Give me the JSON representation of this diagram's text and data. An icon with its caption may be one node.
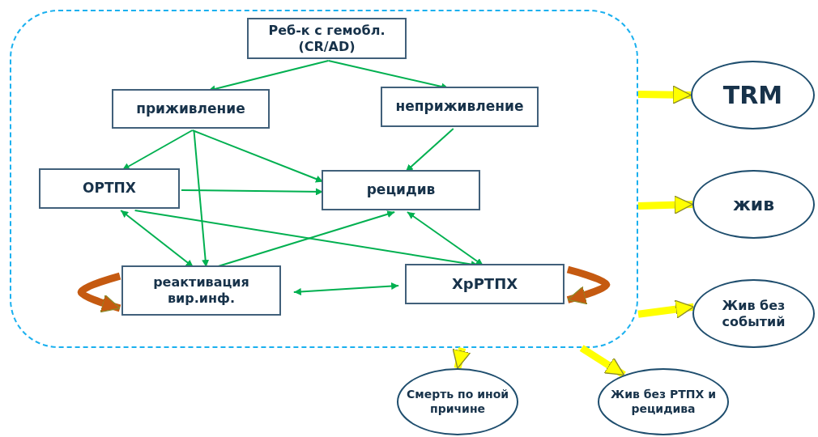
{
  "diagram": {
    "nodes": [
      {
        "text": [],
        "shape": "box"
      },
      {
        "text": [
          "Реб-к с гемобл. (CR/AD)"
        ],
        "in": 0
      },
      {
        "text": [
          "приживление"
        ],
        "in": 0
      },
      {
        "text": [
          "неприживление"
        ],
        "in": 0
      },
      {
        "text": [
          "ОРТПХ"
        ],
        "in": 0
      },
      {
        "text": [
          "рецидив"
        ],
        "in": 0
      },
      {
        "text": [
          "реактивация вир.инф."
        ],
        "in": 0
      },
      {
        "text": [
          "ХрРТПХ"
        ],
        "in": 0
      },
      {
        "text": [
          "TRM"
        ]
      },
      {
        "text": [
          "жив"
        ]
      },
      {
        "text": [
          "Жив без событий"
        ]
      },
      {
        "text": [
          "Смерть по иной причине"
        ]
      },
      {
        "text": [
          "Жив без РТПХ и рецидива"
        ]
      }
    ],
    "edges": [
      {
        "from": 1,
        "to": 2,
        "arrow": "to"
      },
      {
        "from": 1,
        "to": 3,
        "arrow": "to"
      },
      {
        "from": 2,
        "to": 4,
        "arrow": "to"
      },
      {
        "from": 2,
        "to": 5,
        "arrow": "to"
      },
      {
        "from": 2,
        "to": 6,
        "arrow": "to"
      },
      {
        "from": 3,
        "to": 5,
        "arrow": "to"
      },
      {
        "from": 4,
        "to": 5,
        "arrow": "to"
      },
      {
        "from": 4,
        "to": 6,
        "arrow": "both"
      },
      {
        "from": 4,
        "to": 7,
        "arrow": "to"
      },
      {
        "from": 6,
        "to": 5,
        "arrow": "to"
      },
      {
        "from": 5,
        "to": 7,
        "arrow": "both"
      },
      {
        "from": 6,
        "to": 7,
        "arrow": "both"
      },
      {
        "from": 6,
        "to": 6,
        "arrow": "to",
        "style": "thick",
        "color": "#c55a11"
      },
      {
        "from": 7,
        "to": 7,
        "arrow": "to",
        "style": "thick",
        "color": "#c55a11"
      },
      {
        "from": 0,
        "to": 8,
        "arrow": "to",
        "style": "thick",
        "color": "#ffff00"
      },
      {
        "from": 0,
        "to": 9,
        "arrow": "to",
        "style": "thick",
        "color": "#ffff00"
      },
      {
        "from": 0,
        "to": 10,
        "arrow": "to",
        "style": "thick",
        "color": "#ffff00"
      },
      {
        "from": 0,
        "to": 11,
        "arrow": "to",
        "style": "thick",
        "color": "#ffff00"
      },
      {
        "from": 0,
        "to": 12,
        "arrow": "to",
        "style": "thick",
        "color": "#ffff00"
      }
    ]
  }
}
